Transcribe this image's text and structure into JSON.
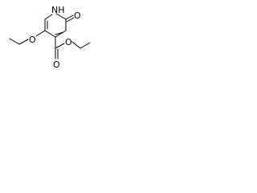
{
  "molecule": {
    "atom_labels": {
      "nh": "NH",
      "ketone_o": "O",
      "ether_o": "O",
      "ester_o_carbonyl": "O",
      "ester_o_single": "O"
    }
  },
  "colors": {
    "background": "#ffffff",
    "ink": "#000000"
  }
}
